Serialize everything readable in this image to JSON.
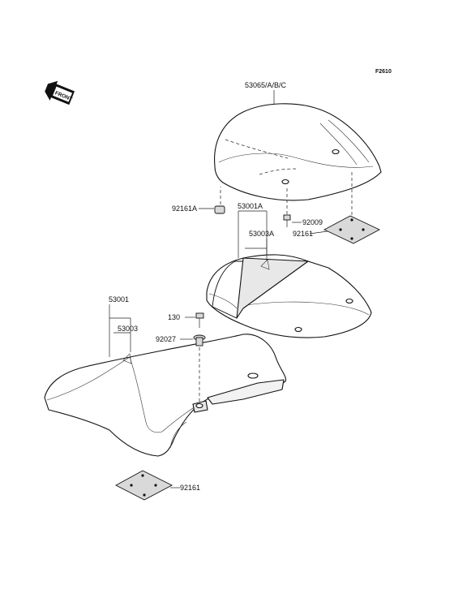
{
  "figure_code": "F2610",
  "front_badge": "FRONT",
  "labels": {
    "cowl": "53065/A/B/C",
    "pad_92161A": "92161A",
    "seat_rear": "53001A",
    "seat_rear_cover": "53003A",
    "bolt_92009": "92009",
    "pad_92161_upper": "92161",
    "seat_front": "53001",
    "bolt_130": "130",
    "seat_front_cover": "53003",
    "collar_92027": "92027",
    "pad_92161_lower": "92161"
  },
  "colors": {
    "line": "#111111",
    "shade": "#d9d9d9",
    "background": "#ffffff"
  }
}
